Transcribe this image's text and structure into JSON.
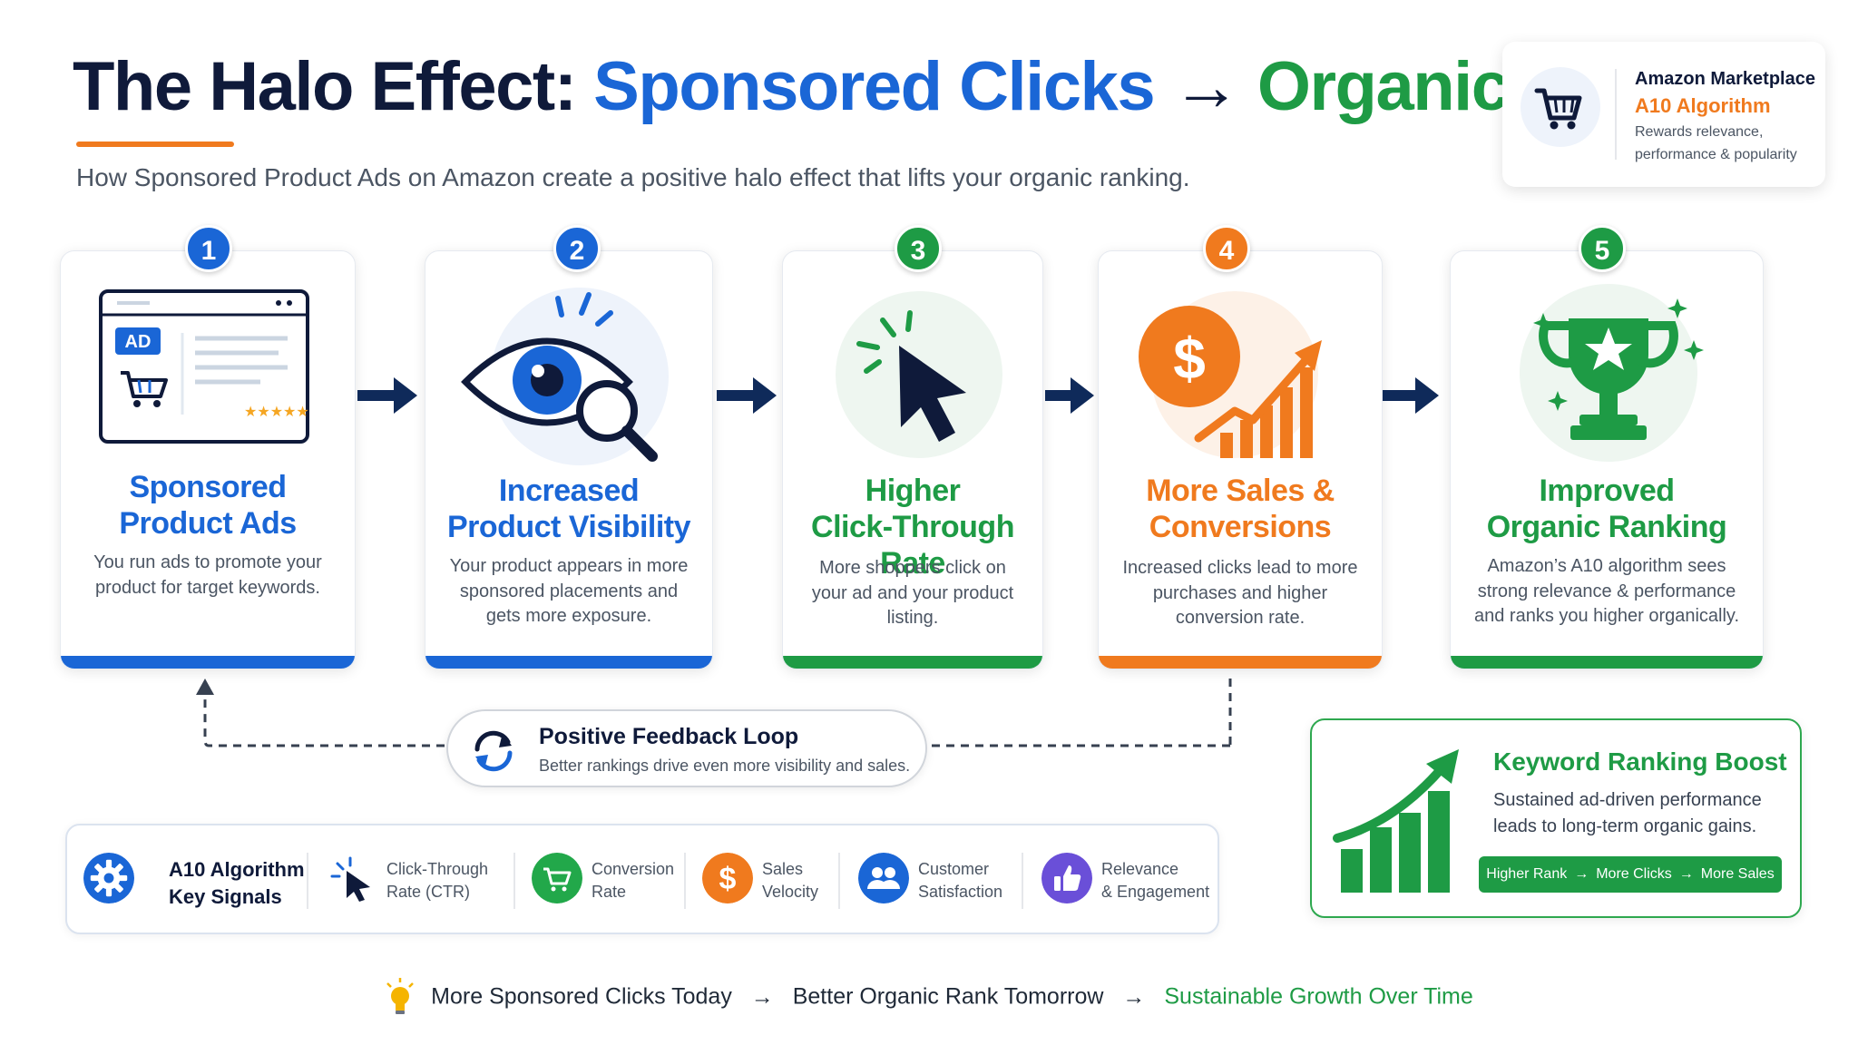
{
  "header": {
    "title_part1": "The Halo Effect:",
    "title_part2": "Sponsored Clicks",
    "title_arrow": "→",
    "title_part3": "Organic Rank",
    "subtitle": "How Sponsored Product Ads on Amazon create a positive halo effect that lifts your organic ranking."
  },
  "marketplace_card": {
    "line1": "Amazon Marketplace",
    "line2": "A10 Algorithm",
    "line3": "Rewards relevance, performance & popularity",
    "icon": "shopping-cart-icon"
  },
  "steps": [
    {
      "number": "1",
      "title_line1": "Sponsored",
      "title_line2": "Product Ads",
      "description": "You run ads to promote your product for target keywords.",
      "color": "#1a66d6",
      "ad_label": "AD",
      "icon": "ad-browser-icon"
    },
    {
      "number": "2",
      "title_line1": "Increased",
      "title_line2": "Product Visibility",
      "description": "Your product appears in more sponsored placements and gets more exposure.",
      "color": "#1a66d6",
      "icon": "eye-magnifier-icon"
    },
    {
      "number": "3",
      "title_line1": "Higher",
      "title_line2": "Click-Through Rate",
      "description": "More shoppers click on your ad and your product listing.",
      "color": "#1e9b45",
      "icon": "cursor-click-icon"
    },
    {
      "number": "4",
      "title_line1": "More Sales &",
      "title_line2": "Conversions",
      "description": "Increased clicks lead to more purchases and higher conversion rate.",
      "color": "#f07a1e",
      "icon": "dollar-growth-icon"
    },
    {
      "number": "5",
      "title_line1": "Improved",
      "title_line2": "Organic Ranking",
      "description": "Amazon’s A10 algorithm sees strong relevance & performance and ranks you higher organically.",
      "color": "#1e9b45",
      "icon": "trophy-icon"
    }
  ],
  "feedback_loop": {
    "title": "Positive Feedback Loop",
    "subtitle": "Better rankings drive even more visibility and sales."
  },
  "signals": {
    "title_line1": "A10 Algorithm",
    "title_line2": "Key Signals",
    "items": [
      {
        "line1": "Click-Through",
        "line2": "Rate (CTR)",
        "icon": "cursor-click-icon"
      },
      {
        "line1": "Conversion",
        "line2": "Rate",
        "icon": "cart-icon"
      },
      {
        "line1": "Sales",
        "line2": "Velocity",
        "icon": "dollar-icon"
      },
      {
        "line1": "Customer",
        "line2": "Satisfaction",
        "icon": "people-icon"
      },
      {
        "line1": "Relevance",
        "line2": "& Engagement",
        "icon": "thumbs-up-icon"
      }
    ]
  },
  "keyword_boost": {
    "title": "Keyword Ranking Boost",
    "description": "Sustained ad-driven performance leads to long-term organic gains.",
    "pill": [
      "Higher Rank",
      "More Clicks",
      "More Sales"
    ],
    "pill_arrow": "→"
  },
  "footer": {
    "part1": "More Sponsored Clicks Today",
    "part2": "Better Organic Rank Tomorrow",
    "part3": "Sustainable Growth Over Time",
    "arrow": "→"
  },
  "colors": {
    "blue": "#1a66d6",
    "green": "#1e9b45",
    "orange": "#f07a1e",
    "navy": "#0f1a3a",
    "purple": "#6a4fd8"
  }
}
